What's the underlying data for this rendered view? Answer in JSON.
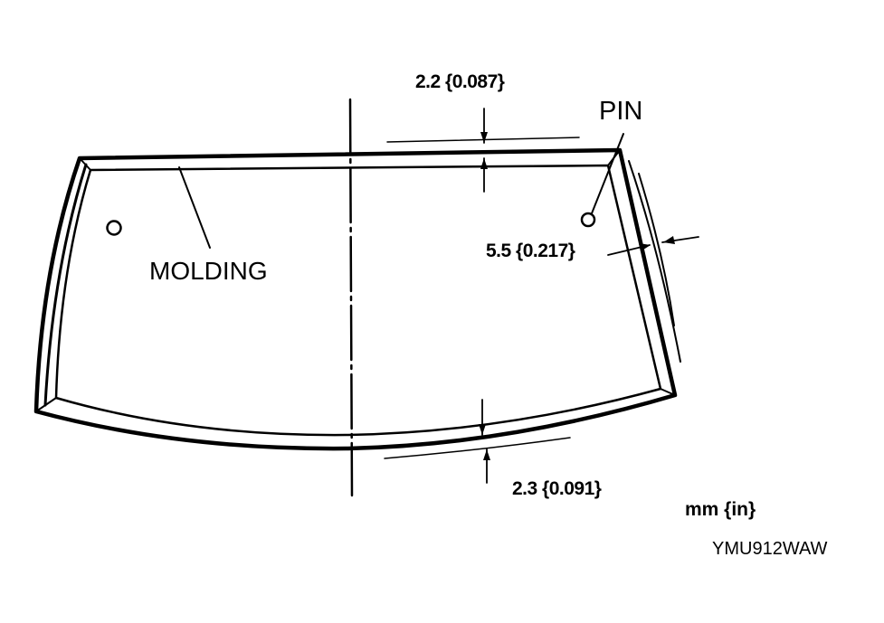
{
  "labels": {
    "top_dimension": "2.2 {0.087}",
    "pin": "PIN",
    "molding": "MOLDING",
    "side_dimension": "5.5 {0.217}",
    "bottom_dimension": "2.3 {0.091}",
    "units": "mm {in}",
    "figure_code": "YMU912WAW"
  },
  "colors": {
    "line": "#000000",
    "background": "#ffffff"
  }
}
